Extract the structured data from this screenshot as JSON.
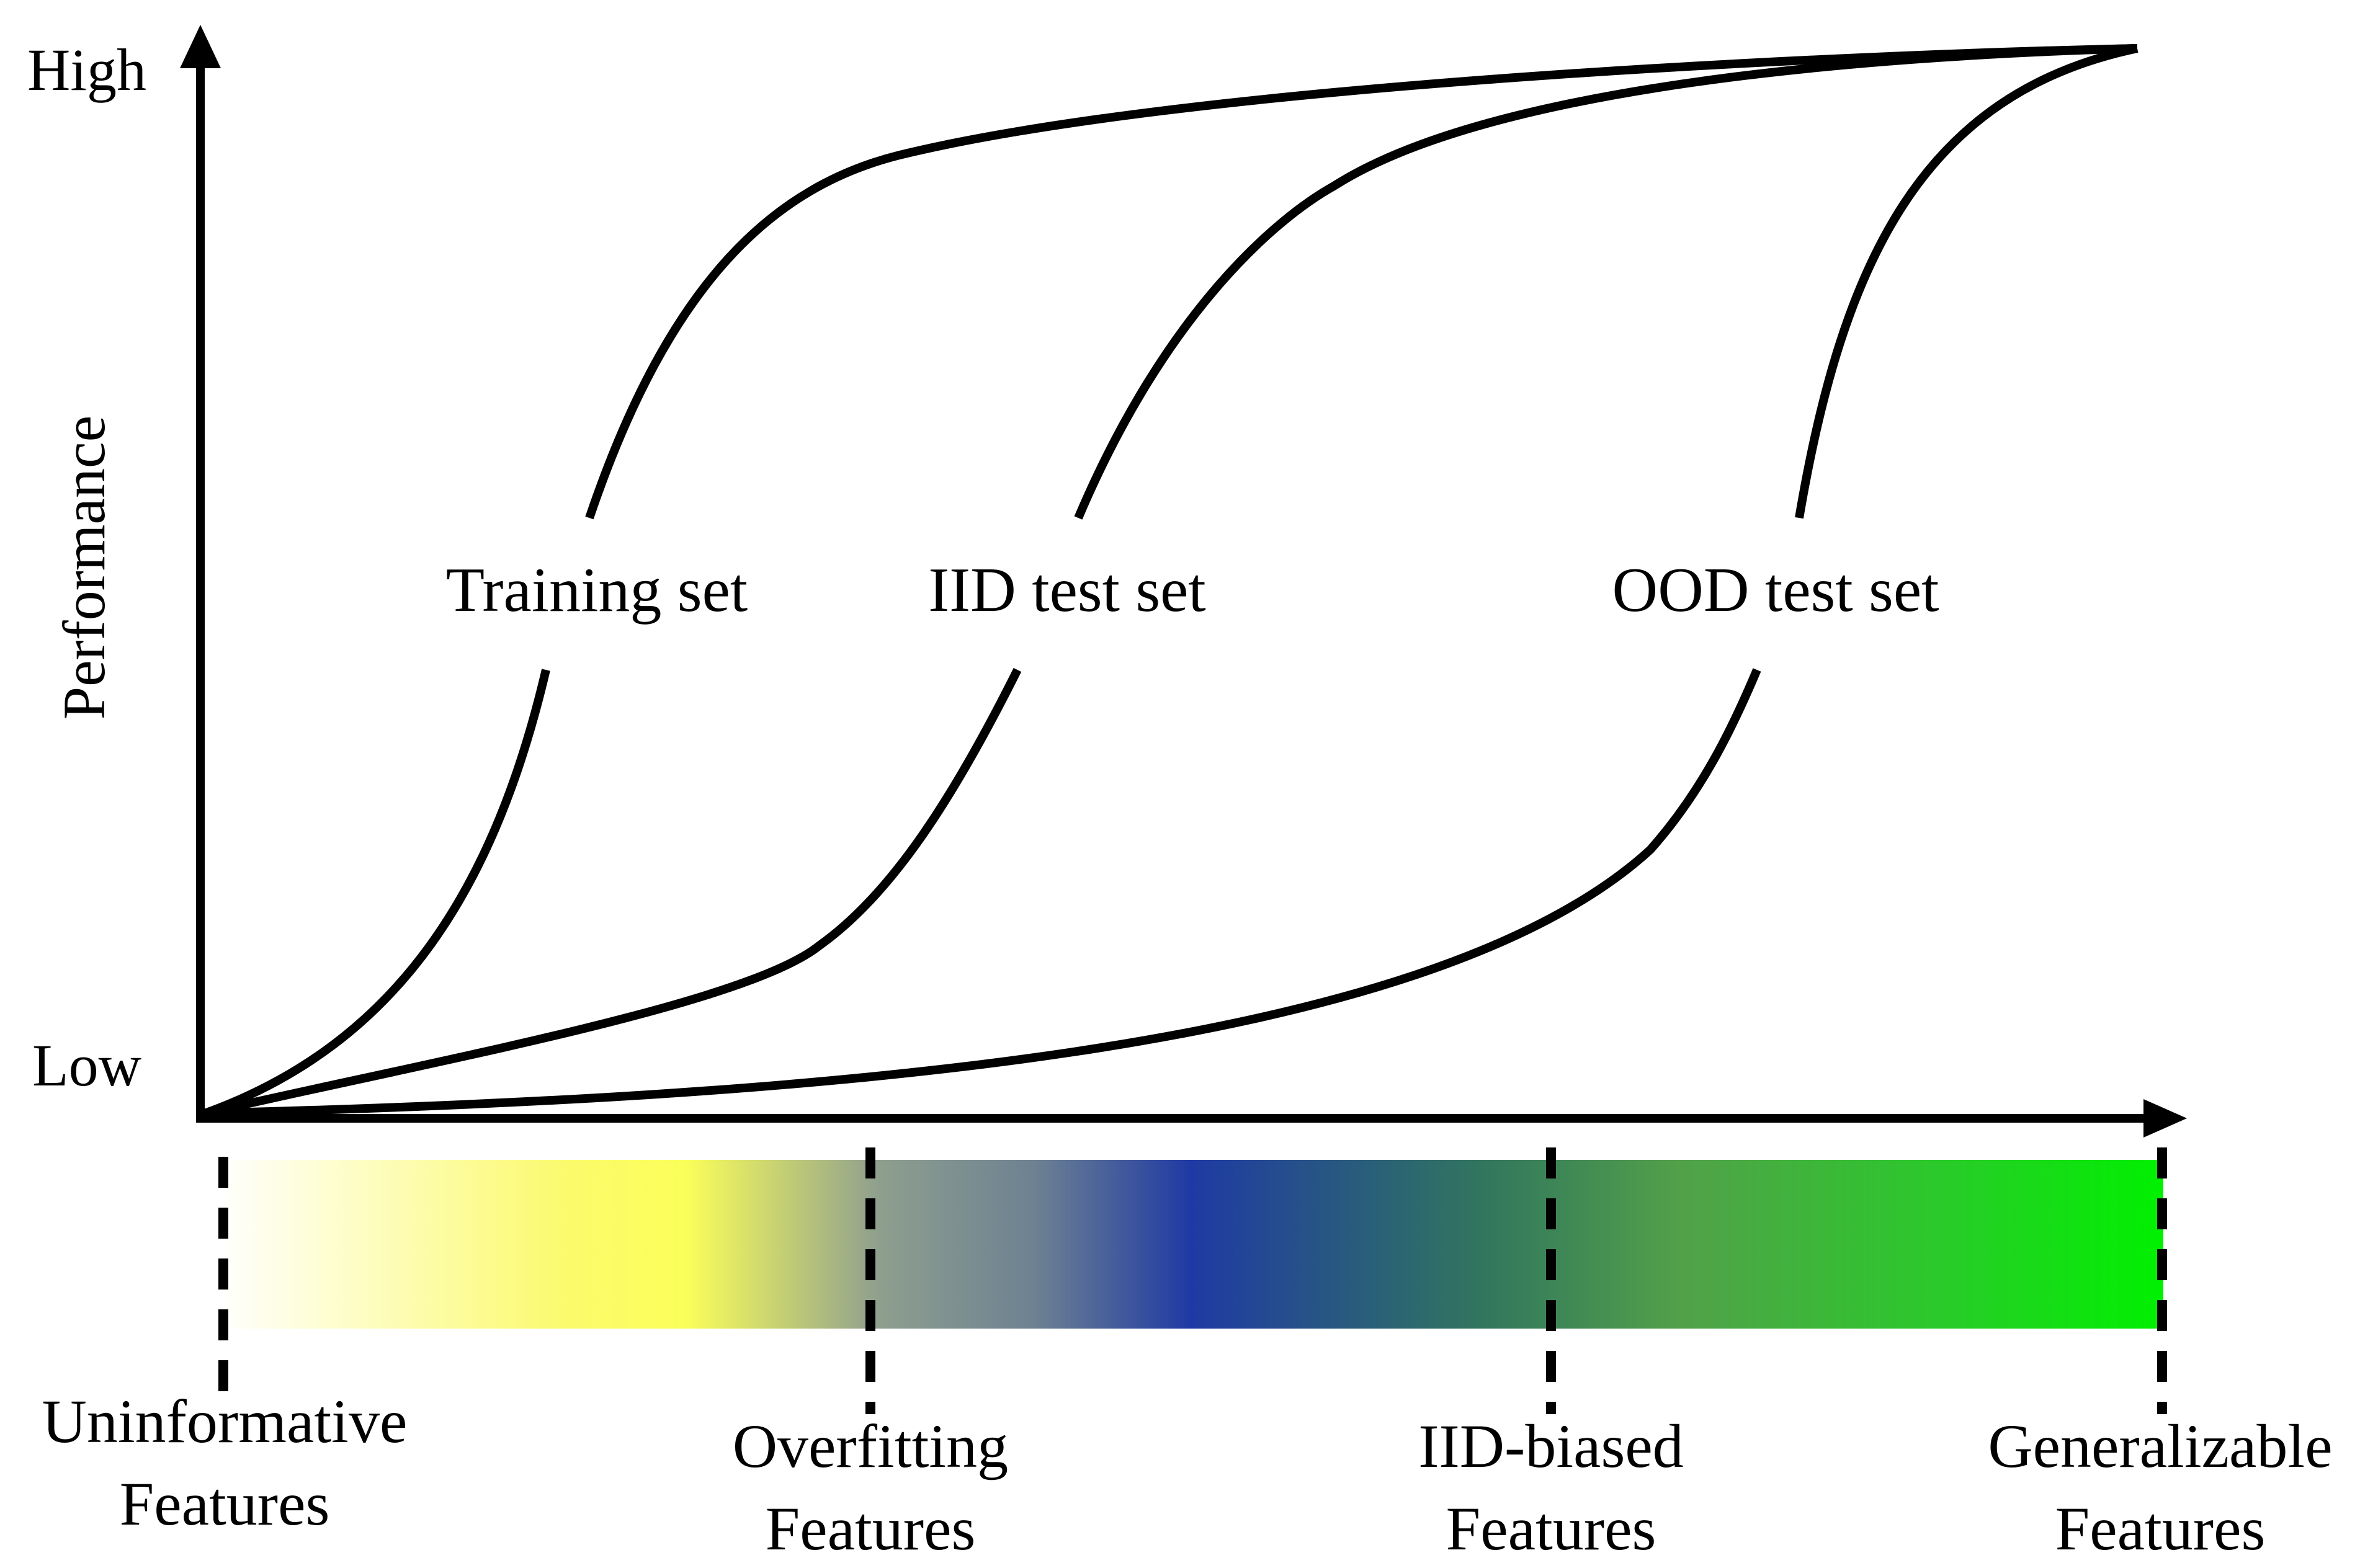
{
  "y_axis": {
    "label": "Performance",
    "high": "High",
    "low": "Low"
  },
  "curves": [
    {
      "name": "training-set",
      "label": "Training set"
    },
    {
      "name": "iid-test-set",
      "label": "IID test set"
    },
    {
      "name": "ood-test-set",
      "label": "OOD test set"
    }
  ],
  "feature_bar": {
    "gradient_colors": [
      "#ffffff",
      "#fbfa6c",
      "#fbff59",
      "#8e9f8e",
      "#6d8192",
      "#1f3aa4",
      "#31765e",
      "#52a04a",
      "#2cc82c",
      "#00f000"
    ]
  },
  "features": [
    {
      "name": "uninformative",
      "line1": "Uninformative",
      "line2": "Features"
    },
    {
      "name": "overfitting",
      "line1": "Overfitting",
      "line2": "Features"
    },
    {
      "name": "iid-biased",
      "line1": "IID-biased",
      "line2": "Features"
    },
    {
      "name": "generalizable",
      "line1": "Generalizable",
      "line2": "Features"
    }
  ]
}
